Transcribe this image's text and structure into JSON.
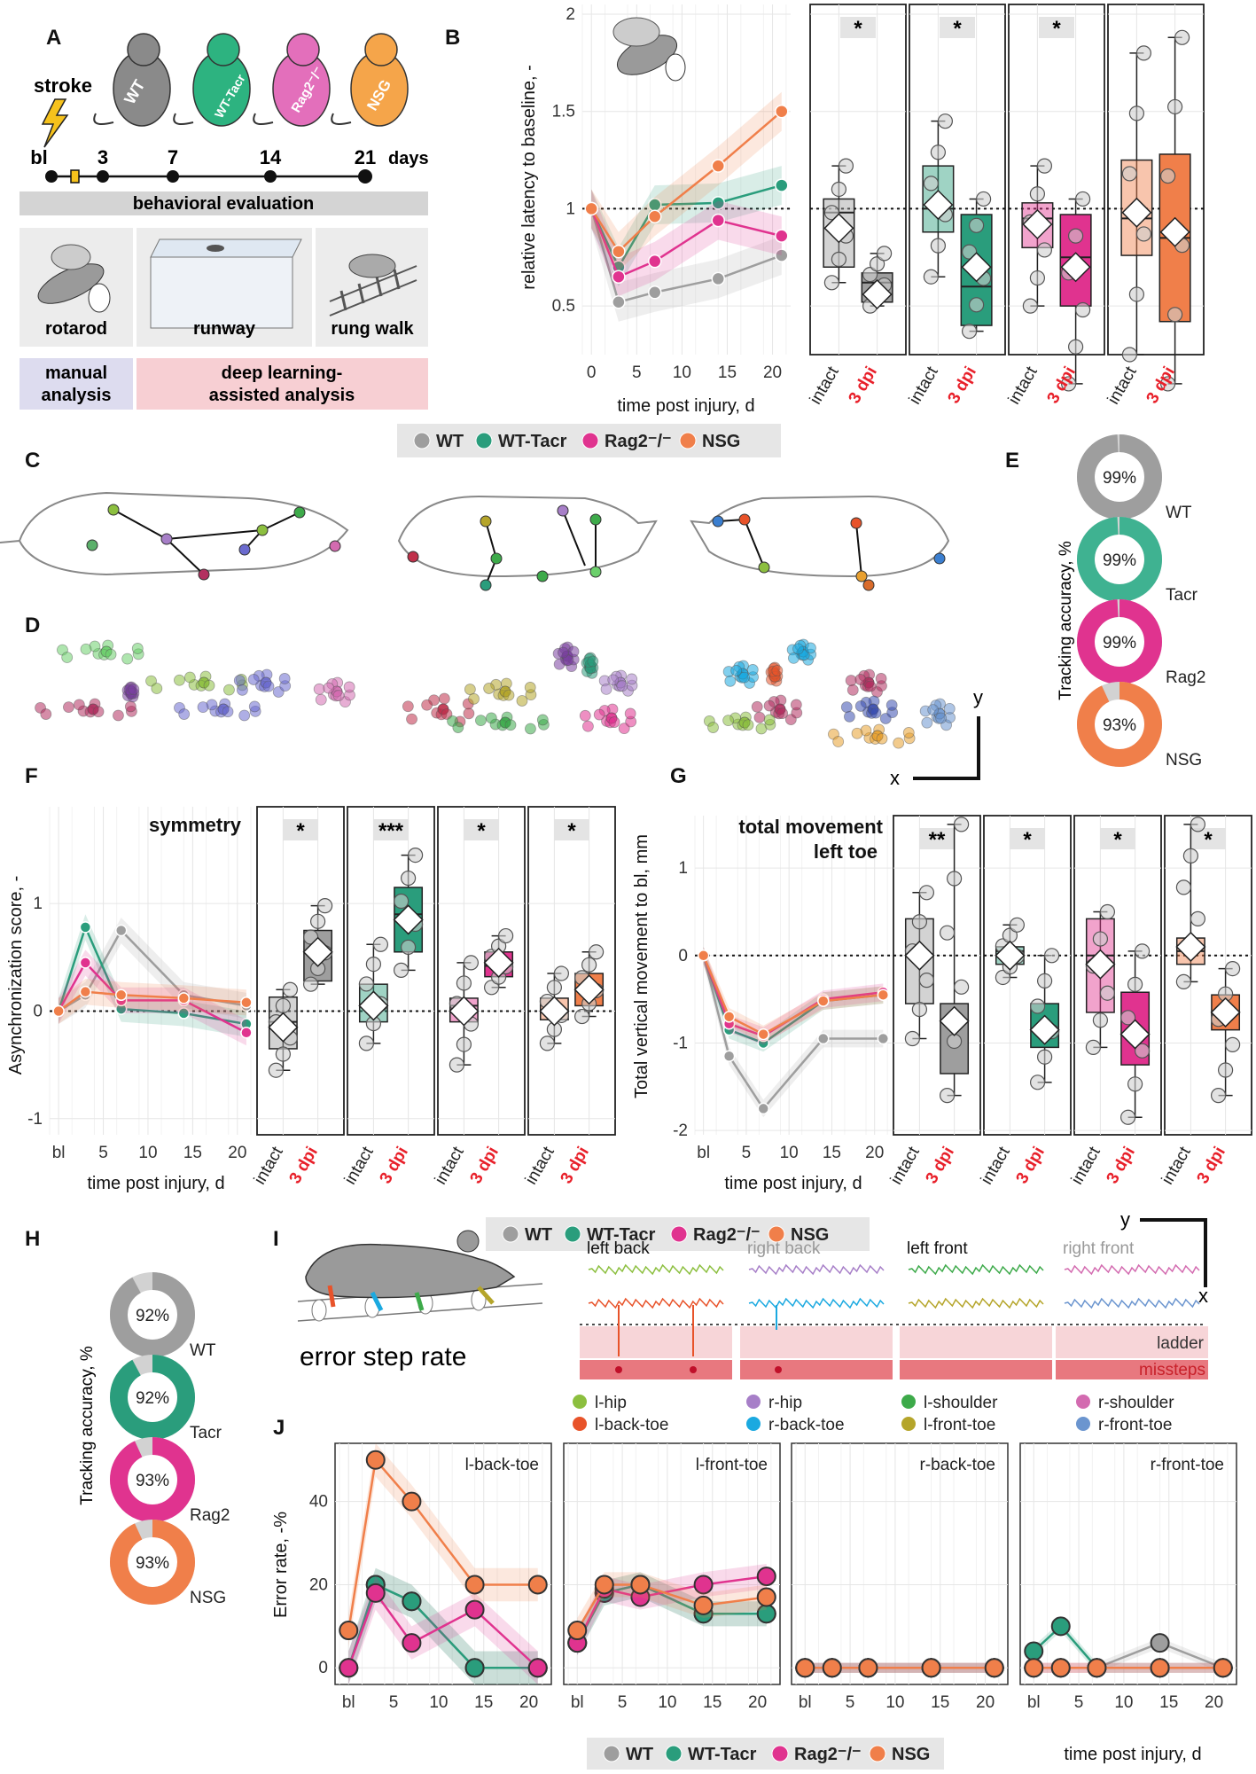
{
  "panel_letters": [
    "A",
    "B",
    "C",
    "D",
    "E",
    "F",
    "G",
    "H",
    "I",
    "J"
  ],
  "colors": {
    "WT": "#9e9e9e",
    "WT-Tacr": "#2a9d7c",
    "Rag2": "#e0338f",
    "NSG": "#f07f4a",
    "red": "#e8202a"
  },
  "panelA": {
    "stroke_label": "stroke",
    "mice": [
      "WT",
      "WT-Tacr",
      "Rag2⁻/⁻",
      "NSG"
    ],
    "timeline": [
      "bl",
      "3",
      "7",
      "14",
      "21"
    ],
    "days_label": "days",
    "behav_label": "behavioral evaluation",
    "tests": [
      "rotarod",
      "runway",
      "rung walk"
    ],
    "manual": "manual\nanalysis",
    "deep": "deep learning-\nassisted analysis"
  },
  "legend": {
    "items": [
      "WT",
      "WT-Tacr",
      "Rag2⁻/⁻",
      "NSG"
    ]
  },
  "panelB": {
    "strip_sig": [
      "*",
      "*",
      "*",
      ""
    ]
  },
  "panelC": {},
  "panelD": {
    "axis_x": "x",
    "axis_y": "y"
  },
  "panelE": {
    "ylabel": "Tracking accuracy, %",
    "donuts": [
      {
        "pct": "99%",
        "label": "WT"
      },
      {
        "pct": "99%",
        "label": "Tacr"
      },
      {
        "pct": "99%",
        "label": "Rag2"
      },
      {
        "pct": "93%",
        "label": "NSG"
      }
    ]
  },
  "panelF": {
    "strip_sig": [
      "*",
      "***",
      "*",
      "*"
    ]
  },
  "panelG": {
    "strip_sig": [
      "**",
      "*",
      "*",
      "*"
    ]
  },
  "panelH": {
    "ylabel": "Tracking accuracy, %",
    "donuts": [
      {
        "pct": "92%",
        "label": "WT"
      },
      {
        "pct": "92%",
        "label": "Tacr"
      },
      {
        "pct": "93%",
        "label": "Rag2"
      },
      {
        "pct": "93%",
        "label": "NSG"
      }
    ]
  },
  "panelI": {
    "title": "error step rate",
    "traces": [
      "left back",
      "right back",
      "left front",
      "right front"
    ],
    "ladder": "ladder",
    "missteps": "missteps",
    "axis_x": "x",
    "axis_y": "y",
    "bodyparts": [
      "l-hip",
      "r-hip",
      "l-shoulder",
      "r-shoulder",
      "l-back-toe",
      "r-back-toe",
      "l-front-toe",
      "r-front-toe"
    ],
    "bodypart_colors": [
      "#8cbf3f",
      "#a77fc8",
      "#3daa4a",
      "#d36bb0",
      "#e8532a",
      "#1ba9e0",
      "#b5a52a",
      "#6b95cf"
    ]
  },
  "chart_data": [
    {
      "id": "B",
      "type": "line",
      "ylabel": "relative latency to baseline, -",
      "xlabel": "time post injury, d",
      "xlim": [
        -1,
        22
      ],
      "ylim": [
        0.25,
        2.05
      ],
      "x_ticks": [
        0,
        5,
        10,
        15,
        20
      ],
      "y_ticks": [
        0.5,
        1.0,
        1.5,
        2.0
      ],
      "x": [
        0,
        3,
        7,
        14,
        21
      ],
      "series": [
        {
          "name": "WT",
          "values": [
            1.0,
            0.52,
            0.57,
            0.64,
            0.76
          ]
        },
        {
          "name": "WT-Tacr",
          "values": [
            1.0,
            0.7,
            1.02,
            1.03,
            1.12
          ]
        },
        {
          "name": "Rag2⁻/⁻",
          "values": [
            1.0,
            0.65,
            0.73,
            0.94,
            0.86
          ]
        },
        {
          "name": "NSG",
          "values": [
            1.0,
            0.78,
            0.96,
            1.22,
            1.5
          ]
        }
      ]
    },
    {
      "id": "B-box",
      "type": "box",
      "ylim": [
        0.25,
        2.05
      ],
      "categories": [
        "intact",
        "3 dpi"
      ],
      "groups": [
        {
          "name": "WT",
          "intact": {
            "q1": 0.7,
            "med": 0.98,
            "q3": 1.05,
            "lo": 0.62,
            "hi": 1.22,
            "mean": 0.9
          },
          "dpi3": {
            "q1": 0.52,
            "med": 0.62,
            "q3": 0.67,
            "lo": 0.5,
            "hi": 0.77,
            "mean": 0.56
          }
        },
        {
          "name": "WT-Tacr",
          "intact": {
            "q1": 0.88,
            "med": 1.0,
            "q3": 1.22,
            "lo": 0.65,
            "hi": 1.45,
            "mean": 1.02
          },
          "dpi3": {
            "q1": 0.4,
            "med": 0.6,
            "q3": 0.97,
            "lo": 0.37,
            "hi": 1.05,
            "mean": 0.7
          }
        },
        {
          "name": "Rag2⁻/⁻",
          "intact": {
            "q1": 0.8,
            "med": 0.95,
            "q3": 1.03,
            "lo": 0.5,
            "hi": 1.22,
            "mean": 0.92
          },
          "dpi3": {
            "q1": 0.5,
            "med": 0.75,
            "q3": 0.97,
            "lo": 0.1,
            "hi": 1.05,
            "mean": 0.7
          }
        },
        {
          "name": "NSG",
          "intact": {
            "q1": 0.76,
            "med": 0.95,
            "q3": 1.25,
            "lo": 0.25,
            "hi": 1.8,
            "mean": 0.98
          },
          "dpi3": {
            "q1": 0.42,
            "med": 0.85,
            "q3": 1.28,
            "lo": 0.1,
            "hi": 1.88,
            "mean": 0.88
          }
        }
      ]
    },
    {
      "id": "F",
      "type": "line",
      "title": "symmetry",
      "ylabel": "Asynchronization score, -",
      "xlabel": "time post injury, d",
      "xlim": [
        -1,
        22
      ],
      "ylim": [
        -1.15,
        1.9
      ],
      "x_ticks": [
        0,
        5,
        10,
        15,
        20
      ],
      "x_tick_labels": [
        "bl",
        "5",
        "10",
        "15",
        "20"
      ],
      "y_ticks": [
        -1,
        0,
        1
      ],
      "x": [
        0,
        3,
        7,
        14,
        21
      ],
      "series": [
        {
          "name": "WT",
          "values": [
            0.0,
            0.15,
            0.75,
            0.15,
            0.05
          ]
        },
        {
          "name": "WT-Tacr",
          "values": [
            0.0,
            0.78,
            0.02,
            -0.02,
            -0.12
          ]
        },
        {
          "name": "Rag2⁻/⁻",
          "values": [
            0.0,
            0.45,
            0.1,
            0.1,
            -0.2
          ]
        },
        {
          "name": "NSG",
          "values": [
            0.0,
            0.18,
            0.15,
            0.12,
            0.08
          ]
        }
      ]
    },
    {
      "id": "F-box",
      "type": "box",
      "ylim": [
        -1.15,
        1.9
      ],
      "categories": [
        "intact",
        "3 dpi"
      ],
      "groups": [
        {
          "name": "WT",
          "intact": {
            "q1": -0.35,
            "med": -0.1,
            "q3": 0.13,
            "lo": -0.55,
            "hi": 0.2,
            "mean": -0.15
          },
          "dpi3": {
            "q1": 0.28,
            "med": 0.55,
            "q3": 0.75,
            "lo": 0.25,
            "hi": 0.98,
            "mean": 0.55
          }
        },
        {
          "name": "WT-Tacr",
          "intact": {
            "q1": -0.1,
            "med": 0.05,
            "q3": 0.25,
            "lo": -0.3,
            "hi": 0.62,
            "mean": 0.05
          },
          "dpi3": {
            "q1": 0.55,
            "med": 0.9,
            "q3": 1.15,
            "lo": 0.38,
            "hi": 1.45,
            "mean": 0.85
          }
        },
        {
          "name": "Rag2⁻/⁻",
          "intact": {
            "q1": -0.1,
            "med": 0.05,
            "q3": 0.12,
            "lo": -0.5,
            "hi": 0.45,
            "mean": 0.0
          },
          "dpi3": {
            "q1": 0.32,
            "med": 0.42,
            "q3": 0.55,
            "lo": 0.22,
            "hi": 0.7,
            "mean": 0.45
          }
        },
        {
          "name": "NSG",
          "intact": {
            "q1": -0.08,
            "med": 0.0,
            "q3": 0.12,
            "lo": -0.3,
            "hi": 0.35,
            "mean": 0.0
          },
          "dpi3": {
            "q1": 0.05,
            "med": 0.2,
            "q3": 0.35,
            "lo": -0.05,
            "hi": 0.55,
            "mean": 0.2
          }
        }
      ]
    },
    {
      "id": "G",
      "type": "line",
      "title": "total movement\nleft toe",
      "ylabel": "Total vertical movement to bl, mm",
      "xlabel": "time post injury, d",
      "xlim": [
        -1,
        22
      ],
      "ylim": [
        -2.05,
        1.6
      ],
      "x_ticks": [
        0,
        5,
        10,
        15,
        20
      ],
      "x_tick_labels": [
        "bl",
        "5",
        "10",
        "15",
        "20"
      ],
      "y_ticks": [
        -2,
        -1,
        0,
        1
      ],
      "x": [
        0,
        3,
        7,
        14,
        21
      ],
      "series": [
        {
          "name": "WT",
          "values": [
            0.0,
            -1.15,
            -1.75,
            -0.95,
            -0.95
          ]
        },
        {
          "name": "WT-Tacr",
          "values": [
            0.0,
            -0.85,
            -1.0,
            -0.52,
            -0.45
          ]
        },
        {
          "name": "Rag2⁻/⁻",
          "values": [
            0.0,
            -0.78,
            -0.92,
            -0.5,
            -0.42
          ]
        },
        {
          "name": "NSG",
          "values": [
            0.0,
            -0.7,
            -0.9,
            -0.52,
            -0.45
          ]
        }
      ]
    },
    {
      "id": "G-box",
      "type": "box",
      "ylim": [
        -2.05,
        1.6
      ],
      "categories": [
        "intact",
        "3 dpi"
      ],
      "groups": [
        {
          "name": "WT",
          "intact": {
            "q1": -0.55,
            "med": 0.0,
            "q3": 0.42,
            "lo": -0.95,
            "hi": 0.72,
            "mean": 0.0
          },
          "dpi3": {
            "q1": -1.35,
            "med": -0.75,
            "q3": -0.55,
            "lo": -1.6,
            "hi": 1.5,
            "mean": -0.75
          }
        },
        {
          "name": "WT-Tacr",
          "intact": {
            "q1": -0.1,
            "med": 0.05,
            "q3": 0.1,
            "lo": -0.25,
            "hi": 0.35,
            "mean": 0.0
          },
          "dpi3": {
            "q1": -1.05,
            "med": -0.85,
            "q3": -0.55,
            "lo": -1.45,
            "hi": 0.0,
            "mean": -0.85
          }
        },
        {
          "name": "Rag2⁻/⁻",
          "intact": {
            "q1": -0.65,
            "med": 0.0,
            "q3": 0.42,
            "lo": -1.05,
            "hi": 0.5,
            "mean": -0.1
          },
          "dpi3": {
            "q1": -1.25,
            "med": -0.9,
            "q3": -0.42,
            "lo": -1.85,
            "hi": 0.05,
            "mean": -0.9
          }
        },
        {
          "name": "NSG",
          "intact": {
            "q1": -0.1,
            "med": 0.05,
            "q3": 0.2,
            "lo": -0.3,
            "hi": 1.5,
            "mean": 0.1
          },
          "dpi3": {
            "q1": -0.85,
            "med": -0.65,
            "q3": -0.45,
            "lo": -1.6,
            "hi": -0.15,
            "mean": -0.65
          }
        }
      ]
    },
    {
      "id": "J",
      "type": "line",
      "ylabel": "Error rate, -%",
      "xlabel": "time post injury, d",
      "xlim": [
        -1.5,
        22.5
      ],
      "ylim": [
        -4,
        54
      ],
      "x_ticks": [
        0,
        5,
        10,
        15,
        20
      ],
      "x_tick_labels": [
        "bl",
        "5",
        "10",
        "15",
        "20"
      ],
      "y_ticks": [
        0,
        20,
        40
      ],
      "x": [
        0,
        3,
        7,
        14,
        21
      ],
      "facets": [
        {
          "title": "l-back-toe",
          "series": [
            {
              "name": "WT",
              "values": [
                0,
                20,
                16,
                0,
                0
              ]
            },
            {
              "name": "WT-Tacr",
              "values": [
                0,
                20,
                16,
                0,
                0
              ]
            },
            {
              "name": "Rag2⁻/⁻",
              "values": [
                0,
                18,
                6,
                14,
                0
              ]
            },
            {
              "name": "NSG",
              "values": [
                9,
                50,
                40,
                20,
                20
              ]
            }
          ]
        },
        {
          "title": "l-front-toe",
          "series": [
            {
              "name": "WT",
              "values": [
                6,
                18,
                20,
                13,
                13
              ]
            },
            {
              "name": "WT-Tacr",
              "values": [
                6,
                18,
                20,
                13,
                13
              ]
            },
            {
              "name": "Rag2⁻/⁻",
              "values": [
                6,
                19,
                17,
                20,
                22
              ]
            },
            {
              "name": "NSG",
              "values": [
                9,
                20,
                20,
                15,
                17
              ]
            }
          ]
        },
        {
          "title": "r-back-toe",
          "series": [
            {
              "name": "WT",
              "values": [
                0,
                0,
                0,
                0,
                0
              ]
            },
            {
              "name": "WT-Tacr",
              "values": [
                0,
                0,
                0,
                0,
                0
              ]
            },
            {
              "name": "Rag2⁻/⁻",
              "values": [
                0,
                0,
                0,
                0,
                0
              ]
            },
            {
              "name": "NSG",
              "values": [
                0,
                0,
                0,
                0,
                0
              ]
            }
          ]
        },
        {
          "title": "r-front-toe",
          "series": [
            {
              "name": "WT",
              "values": [
                0,
                0,
                0,
                6,
                0
              ]
            },
            {
              "name": "WT-Tacr",
              "values": [
                4,
                10,
                0,
                0,
                0
              ]
            },
            {
              "name": "Rag2⁻/⁻",
              "values": [
                0,
                0,
                0,
                0,
                0
              ]
            },
            {
              "name": "NSG",
              "values": [
                0,
                0,
                0,
                0,
                0
              ]
            }
          ]
        }
      ]
    }
  ]
}
